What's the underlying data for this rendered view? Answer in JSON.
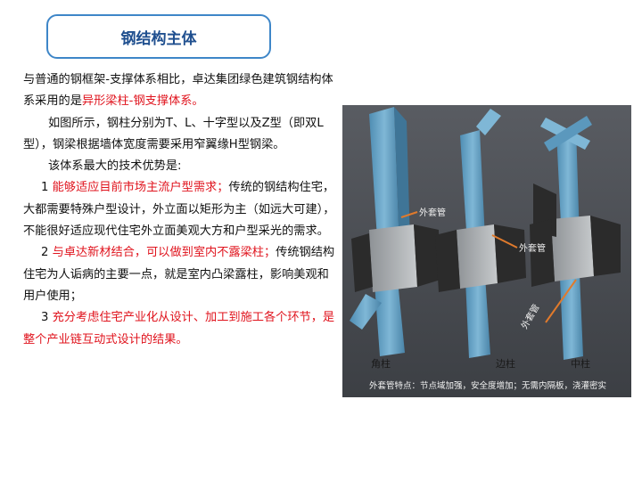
{
  "title": "钢结构主体",
  "paragraphs": {
    "p1_part1": "与普通的钢框架-支撑体系相比，卓达集团绿色建筑钢结构体系采用的是",
    "p1_red": "异形梁柱-钢支撑体系。",
    "p2": "如图所示，钢柱分别为T、L、十字型以及Z型（即双L型），钢梁根据墙体宽度需要采用窄翼缘H型钢梁。",
    "p3": "该体系最大的技术优势是:",
    "item1_num": "1",
    "item1_red": "能够适应目前市场主流户型需求；",
    "item1_rest": "传统的钢结构住宅，大都需要特殊户型设计，外立面以矩形为主（如远大可建），不能很好适应现代住宅外立面美观大方和户型采光的需求。",
    "item2_num": "2",
    "item2_red": "与卓达新材结合，可以做到室内不露梁柱；",
    "item2_rest": "传统钢结构住宅为人诟病的主要一点，就是室内凸梁露柱，影响美观和用户使用；",
    "item3_num": "3",
    "item3_red": "充分考虑住宅产业化从设计、加工到施工各个环节，是整个产业链互动式设计的结果。"
  },
  "figure": {
    "label_waitaoguan": "外套管",
    "col_labels": [
      "角柱",
      "边柱",
      "中柱"
    ],
    "caption": "外套管特点：节点域加强，安全度增加；无需内隔板，浇灌密实"
  },
  "colors": {
    "title_border": "#3e86c8",
    "title_text": "#1f4f8f",
    "highlight": "#e0141e",
    "figure_bg": "#4a4d52",
    "column": "#6aa7c9",
    "beam": "#2b2b2b",
    "leader": "#e07a2c"
  }
}
